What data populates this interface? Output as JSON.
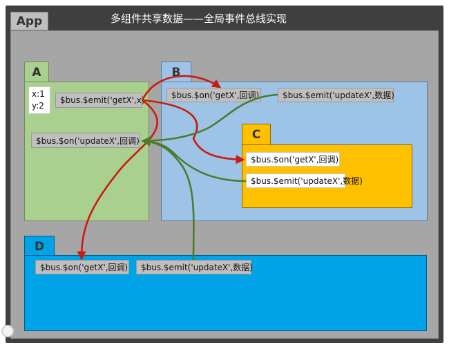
{
  "app": {
    "label": "App"
  },
  "title": "多组件共享数据——全局事件总线实现",
  "components": {
    "a": {
      "label": "A",
      "state_x": "x:1",
      "state_y": "y:2",
      "emit": "$bus.$emit('getX',x)",
      "on": "$bus.$on('updateX',回调)"
    },
    "b": {
      "label": "B",
      "on": "$bus.$on('getX',回调)",
      "emit": "$bus.$emit('updateX',数据)"
    },
    "c": {
      "label": "C",
      "on": "$bus.$on('getX',回调)",
      "emit": "$bus.$emit('updateX',数据)"
    },
    "d": {
      "label": "D",
      "on": "$bus.$on('getX',回调)",
      "emit": "$bus.$emit('updateX',数据)"
    }
  },
  "colors": {
    "get_x_arrow": "#cc1a0d",
    "update_x_arrow": "#4e7a2e",
    "a": "#a9d08e",
    "b": "#9dc3e6",
    "c": "#ffc000",
    "d": "#00a2e8"
  }
}
